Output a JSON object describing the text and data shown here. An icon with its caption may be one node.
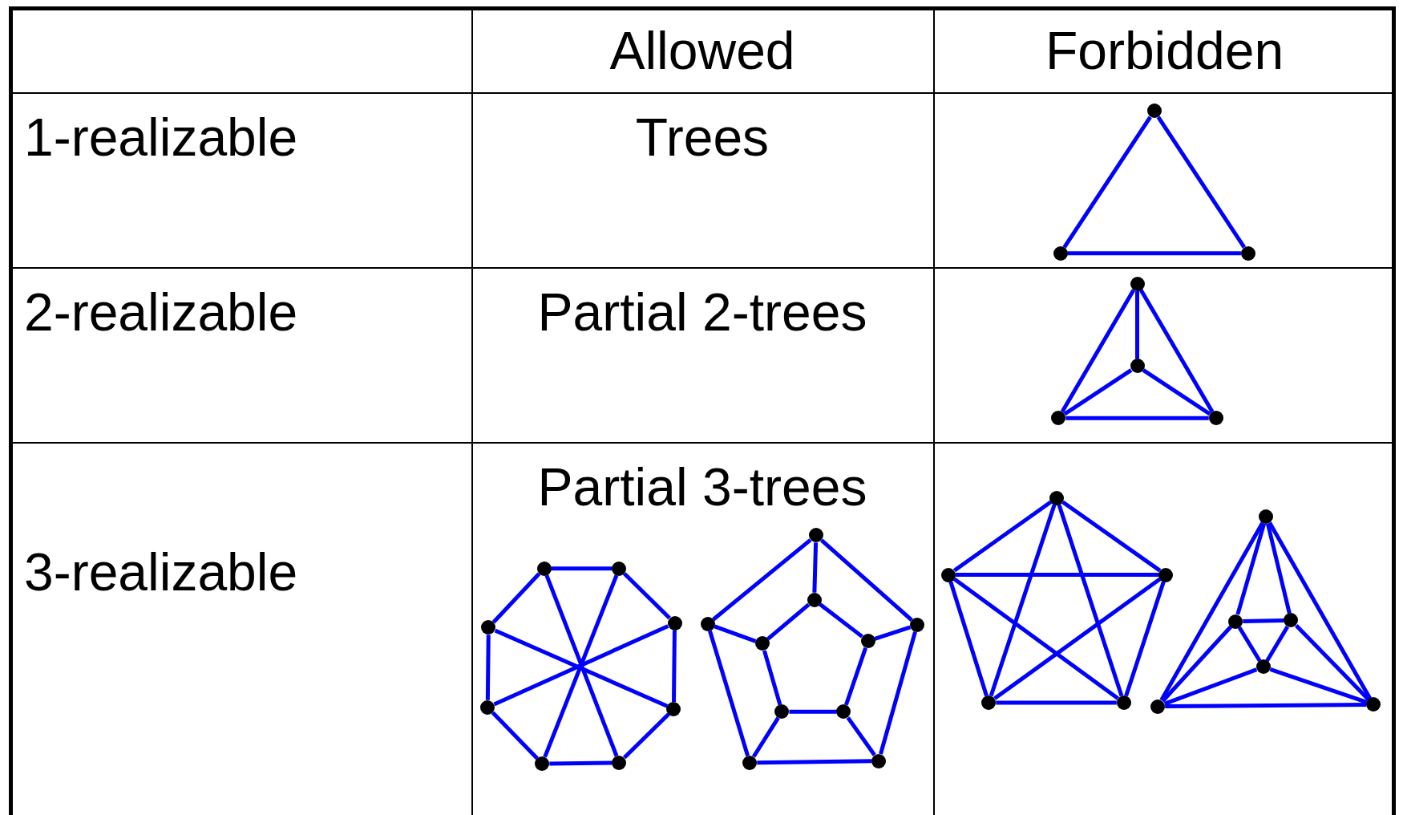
{
  "diagram": {
    "nodes": [
      {
        "text": [],
        "shape": "circle"
      },
      {
        "text": [],
        "shape": "circle"
      },
      {
        "text": [],
        "shape": "circle"
      },
      {
        "text": [],
        "shape": "circle"
      },
      {
        "text": [],
        "shape": "circle"
      },
      {
        "text": [],
        "shape": "circle"
      },
      {
        "text": [],
        "shape": "circle"
      },
      {
        "text": [],
        "shape": "circle"
      },
      {
        "text": [],
        "shape": "circle"
      },
      {
        "text": [],
        "shape": "circle"
      },
      {
        "text": [],
        "shape": "circle"
      },
      {
        "text": [],
        "shape": "circle"
      },
      {
        "text": [],
        "shape": "circle"
      },
      {
        "text": [],
        "shape": "circle"
      },
      {
        "text": [],
        "shape": "circle"
      },
      {
        "text": [],
        "shape": "circle"
      },
      {
        "text": [],
        "shape": "circle"
      },
      {
        "text": [],
        "shape": "circle"
      },
      {
        "text": [],
        "shape": "circle"
      },
      {
        "text": [],
        "shape": "circle"
      },
      {
        "text": [],
        "shape": "circle"
      },
      {
        "text": [],
        "shape": "circle"
      },
      {
        "text": [],
        "shape": "circle"
      },
      {
        "text": [],
        "shape": "circle"
      },
      {
        "text": [],
        "shape": "circle"
      },
      {
        "text": [],
        "shape": "circle"
      },
      {
        "text": [],
        "shape": "circle"
      },
      {
        "text": [],
        "shape": "circle"
      },
      {
        "text": [],
        "shape": "circle"
      },
      {
        "text": [],
        "shape": "circle"
      },
      {
        "text": [],
        "shape": "circle"
      },
      {
        "text": [],
        "shape": "circle"
      },
      {
        "text": [],
        "shape": "circle"
      },
      {
        "text": [],
        "shape": "circle"
      },
      {
        "text": [],
        "shape": "circle"
      },
      {
        "text": [],
        "shape": "circle"
      }
    ],
    "edges": [
      {
        "from": 0,
        "to": 1,
        "arrow": "none"
      },
      {
        "from": 1,
        "to": 2,
        "arrow": "none"
      },
      {
        "from": 2,
        "to": 0,
        "arrow": "none"
      },
      {
        "from": 3,
        "to": 4,
        "arrow": "none"
      },
      {
        "from": 3,
        "to": 5,
        "arrow": "none"
      },
      {
        "from": 3,
        "to": 6,
        "arrow": "none"
      },
      {
        "from": 4,
        "to": 5,
        "arrow": "none"
      },
      {
        "from": 4,
        "to": 6,
        "arrow": "none"
      },
      {
        "from": 5,
        "to": 6,
        "arrow": "none"
      },
      {
        "from": 7,
        "to": 8,
        "arrow": "none"
      },
      {
        "from": 8,
        "to": 9,
        "arrow": "none"
      },
      {
        "from": 9,
        "to": 10,
        "arrow": "none"
      },
      {
        "from": 10,
        "to": 11,
        "arrow": "none"
      },
      {
        "from": 11,
        "to": 12,
        "arrow": "none"
      },
      {
        "from": 12,
        "to": 13,
        "arrow": "none"
      },
      {
        "from": 13,
        "to": 14,
        "arrow": "none"
      },
      {
        "from": 14,
        "to": 7,
        "arrow": "none"
      },
      {
        "from": 7,
        "to": 11,
        "arrow": "none"
      },
      {
        "from": 8,
        "to": 12,
        "arrow": "none"
      },
      {
        "from": 9,
        "to": 13,
        "arrow": "none"
      },
      {
        "from": 10,
        "to": 14,
        "arrow": "none"
      },
      {
        "from": 15,
        "to": 16,
        "arrow": "none"
      },
      {
        "from": 16,
        "to": 17,
        "arrow": "none"
      },
      {
        "from": 17,
        "to": 18,
        "arrow": "none"
      },
      {
        "from": 18,
        "to": 19,
        "arrow": "none"
      },
      {
        "from": 19,
        "to": 15,
        "arrow": "none"
      },
      {
        "from": 20,
        "to": 21,
        "arrow": "none"
      },
      {
        "from": 21,
        "to": 22,
        "arrow": "none"
      },
      {
        "from": 22,
        "to": 23,
        "arrow": "none"
      },
      {
        "from": 23,
        "to": 24,
        "arrow": "none"
      },
      {
        "from": 24,
        "to": 20,
        "arrow": "none"
      },
      {
        "from": 15,
        "to": 20,
        "arrow": "none"
      },
      {
        "from": 16,
        "to": 21,
        "arrow": "none"
      },
      {
        "from": 17,
        "to": 22,
        "arrow": "none"
      },
      {
        "from": 18,
        "to": 23,
        "arrow": "none"
      },
      {
        "from": 19,
        "to": 24,
        "arrow": "none"
      },
      {
        "from": 25,
        "to": 26,
        "arrow": "none"
      },
      {
        "from": 25,
        "to": 27,
        "arrow": "none"
      },
      {
        "from": 25,
        "to": 28,
        "arrow": "none"
      },
      {
        "from": 25,
        "to": 29,
        "arrow": "none"
      },
      {
        "from": 26,
        "to": 27,
        "arrow": "none"
      },
      {
        "from": 26,
        "to": 28,
        "arrow": "none"
      },
      {
        "from": 26,
        "to": 29,
        "arrow": "none"
      },
      {
        "from": 27,
        "to": 28,
        "arrow": "none"
      },
      {
        "from": 27,
        "to": 29,
        "arrow": "none"
      },
      {
        "from": 28,
        "to": 29,
        "arrow": "none"
      },
      {
        "from": 30,
        "to": 34,
        "arrow": "none"
      },
      {
        "from": 30,
        "to": 35,
        "arrow": "none"
      },
      {
        "from": 34,
        "to": 35,
        "arrow": "none"
      },
      {
        "from": 30,
        "to": 31,
        "arrow": "none"
      },
      {
        "from": 30,
        "to": 32,
        "arrow": "none"
      },
      {
        "from": 31,
        "to": 32,
        "arrow": "none"
      },
      {
        "from": 31,
        "to": 33,
        "arrow": "none"
      },
      {
        "from": 32,
        "to": 33,
        "arrow": "none"
      },
      {
        "from": 34,
        "to": 33,
        "arrow": "none"
      },
      {
        "from": 35,
        "to": 33,
        "arrow": "none"
      },
      {
        "from": 34,
        "to": 31,
        "arrow": "none"
      },
      {
        "from": 35,
        "to": 32,
        "arrow": "none"
      }
    ],
    "labels": [
      "Allowed",
      "Forbidden",
      "1-realizable",
      "Trees",
      "2-realizable",
      "Partial 2-trees",
      "3-realizable",
      "Partial 3-trees"
    ]
  }
}
